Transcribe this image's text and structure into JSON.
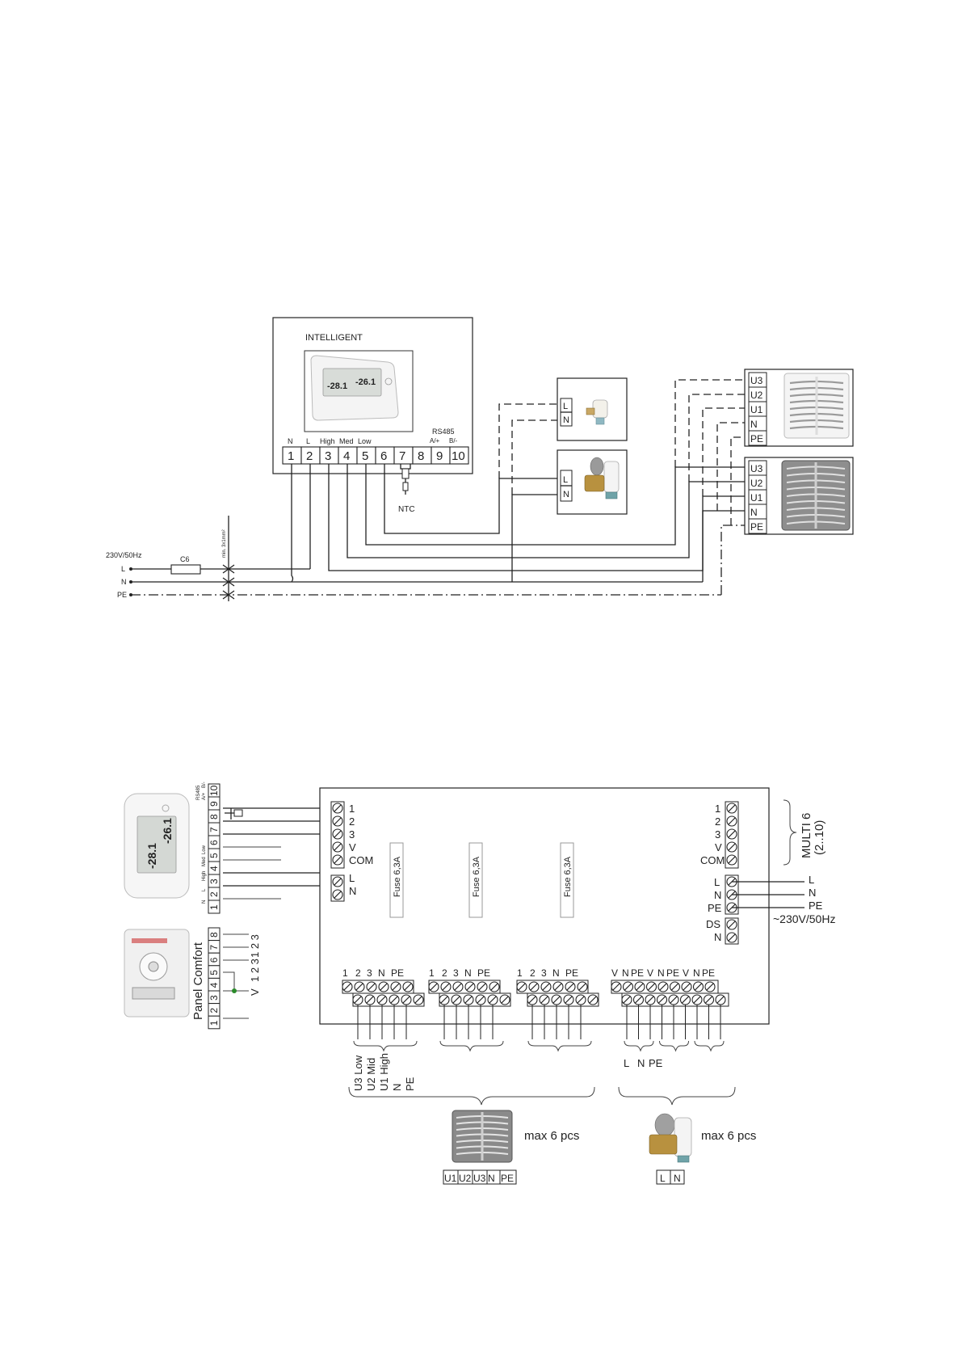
{
  "top_diagram": {
    "controller_title": "INTELLIGENT",
    "display": {
      "left": "-28.1",
      "right": "-26.1"
    },
    "terminal_labels_top": [
      "N",
      "L",
      "High",
      "Med",
      "Low",
      "RS485",
      "A/+",
      "B/-"
    ],
    "terminals": [
      "1",
      "2",
      "3",
      "4",
      "5",
      "6",
      "7",
      "8",
      "9",
      "10"
    ],
    "sensor_label": "NTC",
    "supply_label": "230V/50Hz",
    "breaker_label": "C6",
    "cable_note": "min. 3x1mm²",
    "lines": [
      "L",
      "N",
      "PE"
    ],
    "valve_terminals": [
      "L",
      "N"
    ],
    "heater_terminals": [
      "U3",
      "U2",
      "U1",
      "N",
      "PE"
    ]
  },
  "bottom_diagram": {
    "thermostat_terminals": [
      "1",
      "2",
      "3",
      "4",
      "5",
      "6",
      "7",
      "8",
      "9",
      "10"
    ],
    "thermostat_top_labels": [
      "RS485",
      "A/+",
      "B/-"
    ],
    "thermostat_side_labels": [
      "N",
      "L",
      "High",
      "Med",
      "Low"
    ],
    "panel_label": "Panel Comfort",
    "panel_terminals": [
      "1",
      "2",
      "3",
      "4",
      "5",
      "6",
      "7",
      "8"
    ],
    "panel_right_labels": [
      "1 2 3",
      "1 2 3",
      "V"
    ],
    "module_left_inputs": [
      "1",
      "2",
      "3",
      "V",
      "COM"
    ],
    "module_power_left": [
      "L",
      "N"
    ],
    "fuses": [
      "Fuse 6,3A",
      "Fuse 6,3A",
      "Fuse 6,3A"
    ],
    "module_right_outputs": [
      "1",
      "2",
      "3",
      "V",
      "COM"
    ],
    "multi_label": "MULTI 6",
    "multi_range": "(2..10)",
    "module_power_right": [
      "L",
      "N",
      "PE"
    ],
    "power_outside": [
      "L",
      "N",
      "PE"
    ],
    "supply_label": "~230V/50Hz",
    "ds_labels": [
      "DS",
      "N"
    ],
    "fan_group_labels": [
      "1",
      "2",
      "3",
      "N",
      "PE"
    ],
    "valve_group_labels": [
      "V",
      "N",
      "PE"
    ],
    "fan_output_desc": [
      "U3 Low",
      "U2 Mid",
      "U1 High",
      "N",
      "PE"
    ],
    "valve_output_desc": [
      "L",
      "N",
      "PE"
    ],
    "max_heaters": "max 6 pcs",
    "max_valves": "max 6 pcs",
    "heater_terminals": [
      "U1",
      "U2",
      "U3",
      "N",
      "PE"
    ],
    "valve_terminals": [
      "L",
      "N"
    ]
  }
}
